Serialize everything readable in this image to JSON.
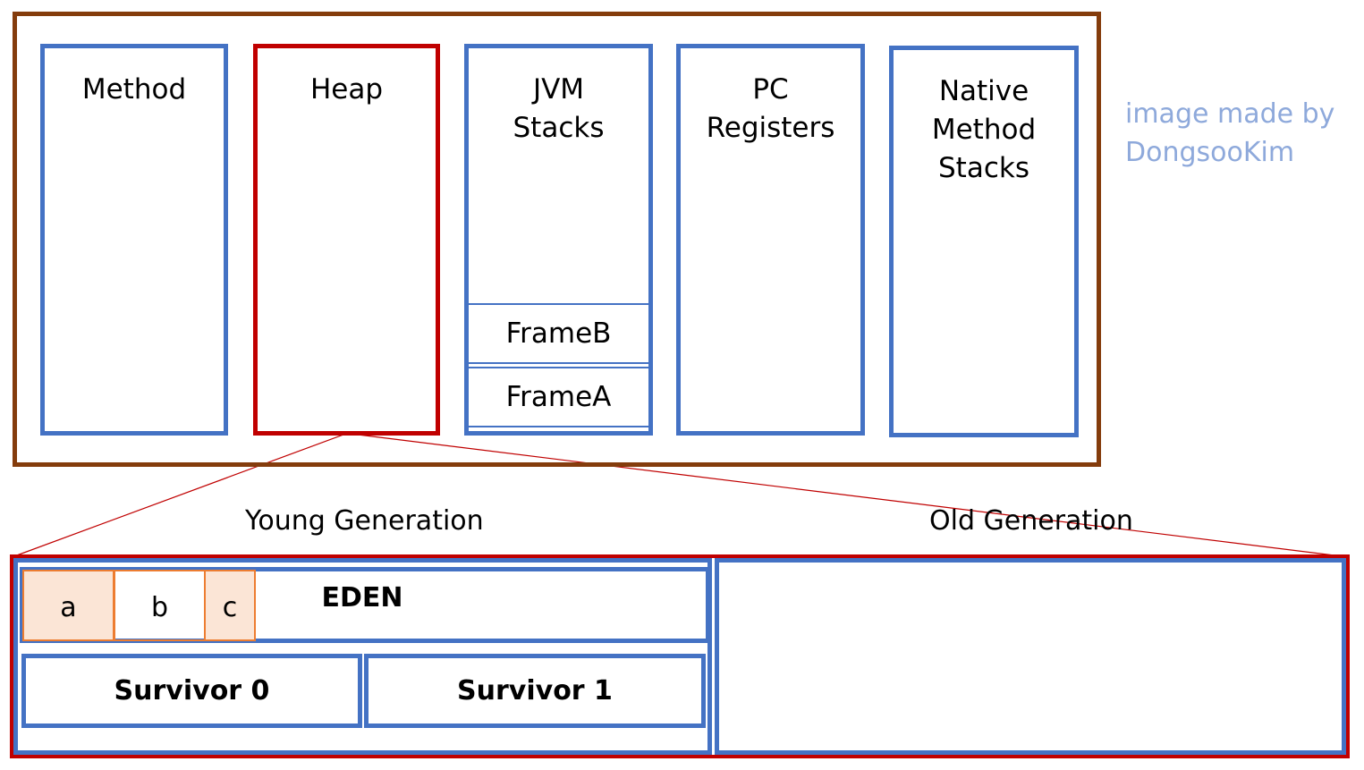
{
  "colors": {
    "runtime_border": "#843C0C",
    "area_border": "#4472C4",
    "heap_border": "#C00000",
    "object_border": "#ED7D31",
    "object_fill": "#FBE5D6",
    "credit_text": "#8EA9DB"
  },
  "runtime_areas": {
    "method": "Method",
    "heap": "Heap",
    "jvm_stacks": "JVM\nStacks",
    "pc_registers": "PC\nRegisters",
    "native_method_stacks": "Native\nMethod\nStacks"
  },
  "jvm_frames": [
    "FrameB",
    "FrameA"
  ],
  "credit": "image made by\nDongsooKim",
  "heap_detail": {
    "young_generation": "Young Generation",
    "old_generation": "Old Generation",
    "eden": "EDEN",
    "objects": [
      "a",
      "b",
      "c"
    ],
    "survivor_0": "Survivor 0",
    "survivor_1": "Survivor 1"
  }
}
